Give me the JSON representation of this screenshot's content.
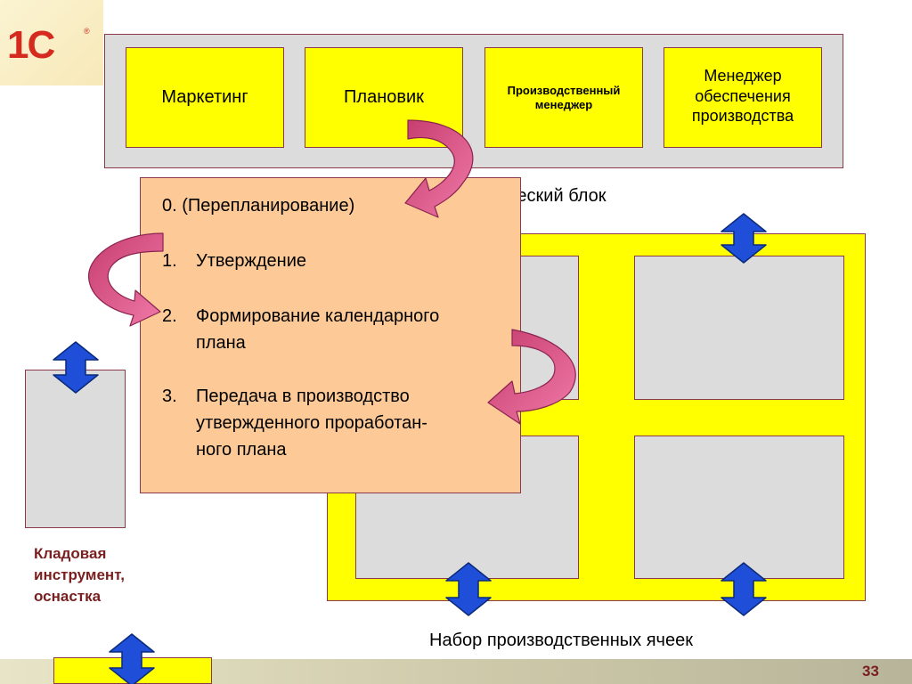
{
  "logo": {
    "text": "1С",
    "registered": "®"
  },
  "roles": [
    {
      "label": "Маркетинг"
    },
    {
      "label": "Плановик"
    },
    {
      "label": "Производственный\nменеджер"
    },
    {
      "label": "Менеджер\nобеспечения\nпроизводства"
    }
  ],
  "tech_block_label": "ческий блок",
  "steps": [
    {
      "number": "",
      "lines": [
        "0. (Перепланирование)"
      ]
    },
    {
      "number": "1.",
      "lines": [
        "Утверждение"
      ]
    },
    {
      "number": "2.",
      "lines": [
        "Формирование календарного",
        "плана"
      ]
    },
    {
      "number": "3.",
      "lines": [
        "Передача в производство",
        "утвержденного проработан-",
        "ного плана"
      ]
    }
  ],
  "warehouse_label": "Кладовая\nинструмент,\nоснастка",
  "cells_label": "Набор производственных ячеек",
  "page_number": "33",
  "colors": {
    "yellow": "#ffff00",
    "gray": "#dcdcdc",
    "peach": "#fdca97",
    "arrow_blue": "#1f4fd8",
    "curved_arrow_pink": "#e05a8a",
    "border": "#8b3a4a"
  }
}
